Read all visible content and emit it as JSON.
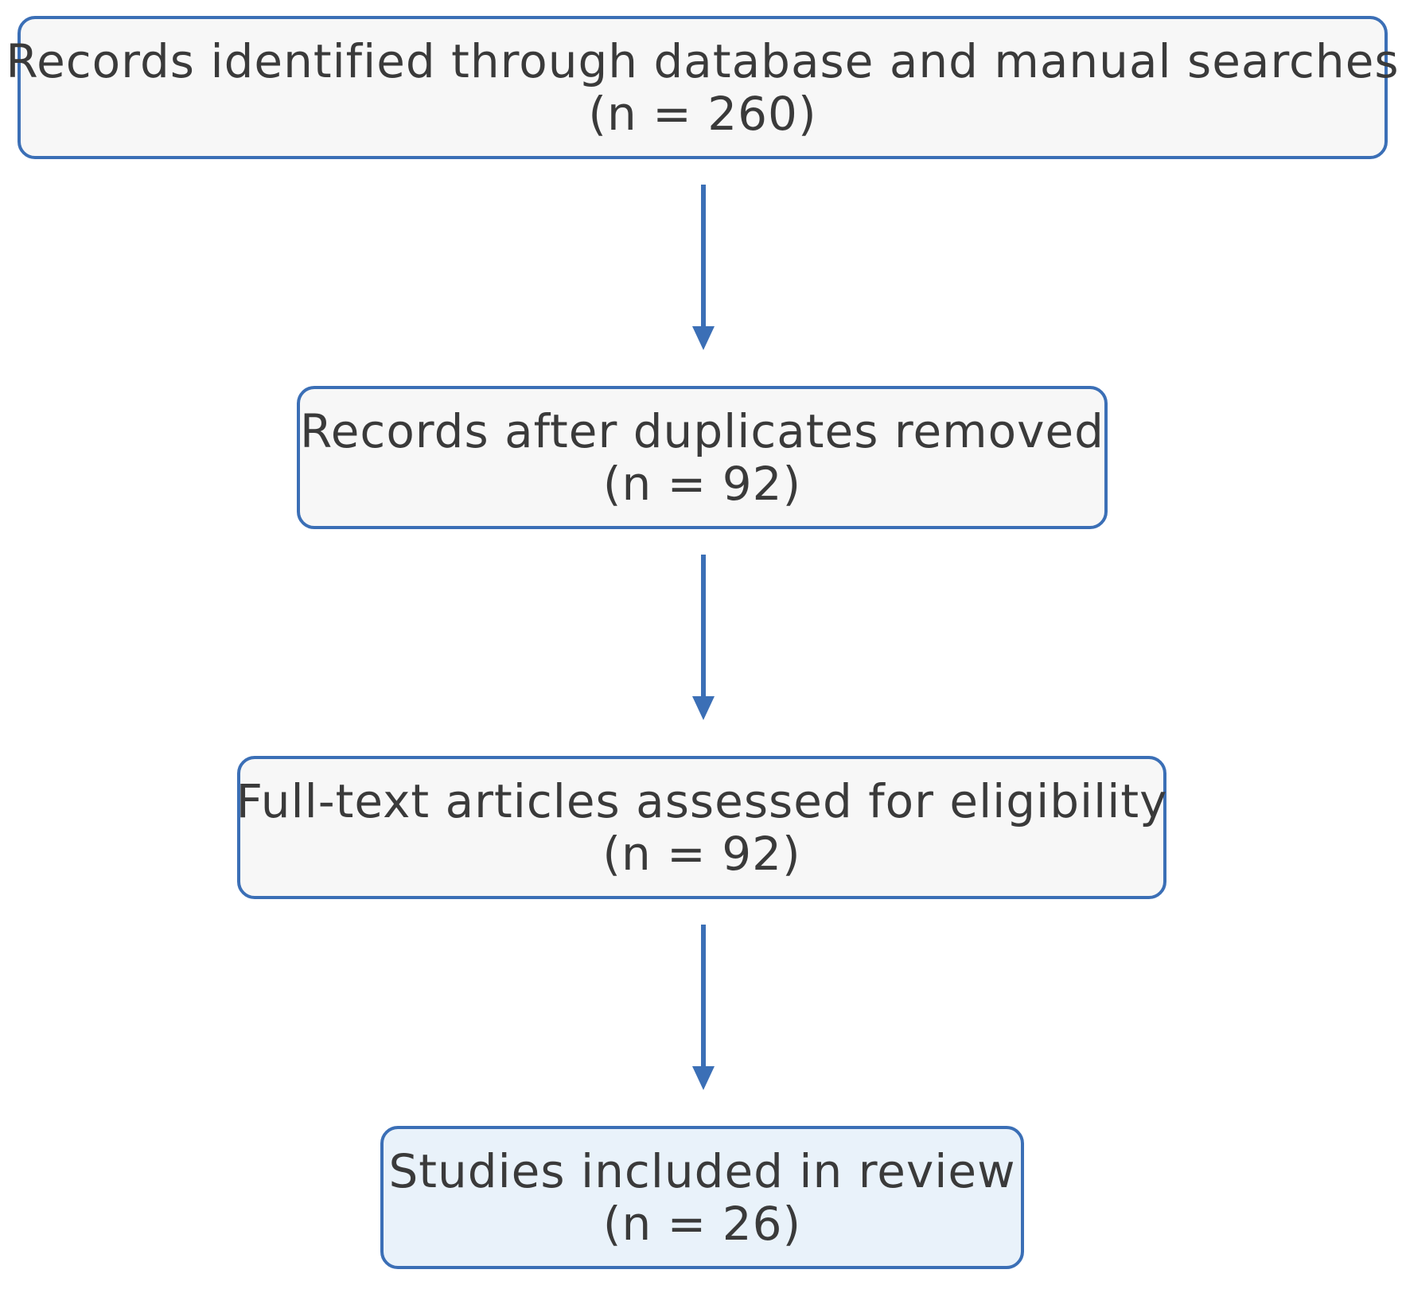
{
  "flowchart": {
    "steps": [
      {
        "label": "Records identified through database and manual searches",
        "count": "(n = 260)"
      },
      {
        "label": "Records after duplicates removed",
        "count": "(n = 92)"
      },
      {
        "label": "Full-text articles assessed for eligibility",
        "count": "(n = 92)"
      },
      {
        "label": "Studies included in review",
        "count": "(n = 26)"
      }
    ]
  },
  "colors": {
    "border": "#3b6fb6",
    "box_fill": "#f7f7f7",
    "final_box_fill": "#e9f2fa",
    "text": "#3a3a3a",
    "arrow": "#3b6fb6"
  }
}
